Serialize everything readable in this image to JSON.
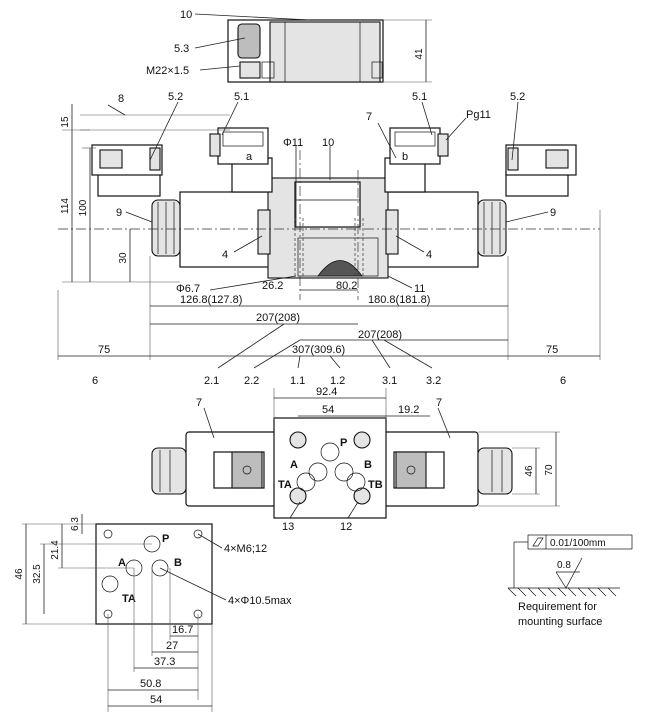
{
  "top_view": {
    "label_body": "10",
    "label_connector": "5.3",
    "label_thread": "M22×1.5",
    "dim_height": "41"
  },
  "front_view": {
    "label_8": "8",
    "label_left_plug": "5.2",
    "label_left_socket": "5.1",
    "label_right_socket": "5.1",
    "label_right_plug": "5.2",
    "label_7": "7",
    "label_pg": "Pg11",
    "label_phi11": "Φ11",
    "label_10": "10",
    "coil_a": "a",
    "coil_b": "b",
    "label_left_nut": "9",
    "label_right_nut": "9",
    "label_left_4": "4",
    "label_right_4": "4",
    "label_11": "11",
    "dim_15": "15",
    "dim_114": "114",
    "dim_100": "100",
    "dim_30": "30",
    "dim_phi67": "Φ6.7",
    "dim_262": "26.2",
    "dim_802": "80.2",
    "dim_1268": "126.8(127.8)",
    "dim_1808": "180.8(181.8)",
    "dim_207_left": "207(208)",
    "dim_207_right": "207(208)",
    "dim_307": "307(309.6)",
    "dim_75_left": "75",
    "dim_75_right": "75",
    "label_6_left": "6",
    "label_6_right": "6",
    "callouts": [
      "2.1",
      "2.2",
      "1.1",
      "1.2",
      "3.1",
      "3.2"
    ]
  },
  "bottom_view": {
    "label_7_left": "7",
    "label_7_right": "7",
    "dim_924": "92.4",
    "dim_54": "54",
    "dim_192": "19.2",
    "dim_46": "46",
    "dim_70": "70",
    "port_p": "P",
    "port_a": "A",
    "port_b": "B",
    "port_ta": "TA",
    "port_tb": "TB",
    "label_13": "13",
    "label_12": "12"
  },
  "mounting_pattern": {
    "dim_63": "6.3",
    "dim_214": "21.4",
    "dim_325": "32.5",
    "dim_46": "46",
    "dim_167": "16.7",
    "dim_27": "27",
    "dim_373": "37.3",
    "dim_508": "50.8",
    "dim_54": "54",
    "note_threads": "4×M6;12",
    "note_holes": "4×Φ10.5max",
    "port_p": "P",
    "port_a": "A",
    "port_b": "B",
    "port_ta": "TA"
  },
  "surface_requirement": {
    "flatness": "0.01/100mm",
    "roughness": "0.8",
    "caption_line1": "Requirement for",
    "caption_line2": "mounting surface"
  }
}
